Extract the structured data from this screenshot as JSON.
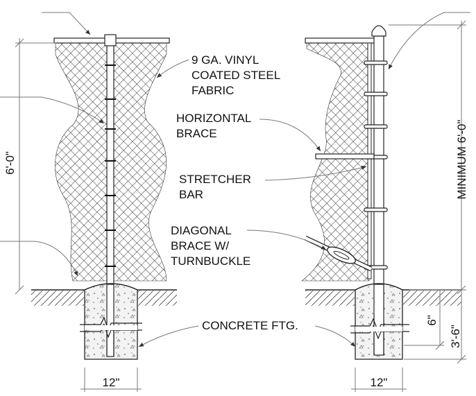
{
  "labels": {
    "fabric": [
      "9 GA. VINYL",
      "COATED STEEL",
      "FABRIC"
    ],
    "horizontal_brace": [
      "HORIZONTAL",
      "BRACE"
    ],
    "stretcher_bar": [
      "STRETCHER",
      "BAR"
    ],
    "diagonal_brace": [
      "DIAGONAL",
      "BRACE W/",
      "TURNBUCKLE"
    ],
    "concrete": "CONCRETE FTG."
  },
  "dimensions": {
    "fence_height": "6'-0\"",
    "min_height": "MINIMUM 6'-0\"",
    "footing_width_left": "12\"",
    "footing_width_right": "12\"",
    "footing_offset": "6\"",
    "footing_depth": "3'-6\""
  },
  "colors": {
    "ink": "#222222",
    "dimension_line": "#777777",
    "mesh": "#333333"
  }
}
